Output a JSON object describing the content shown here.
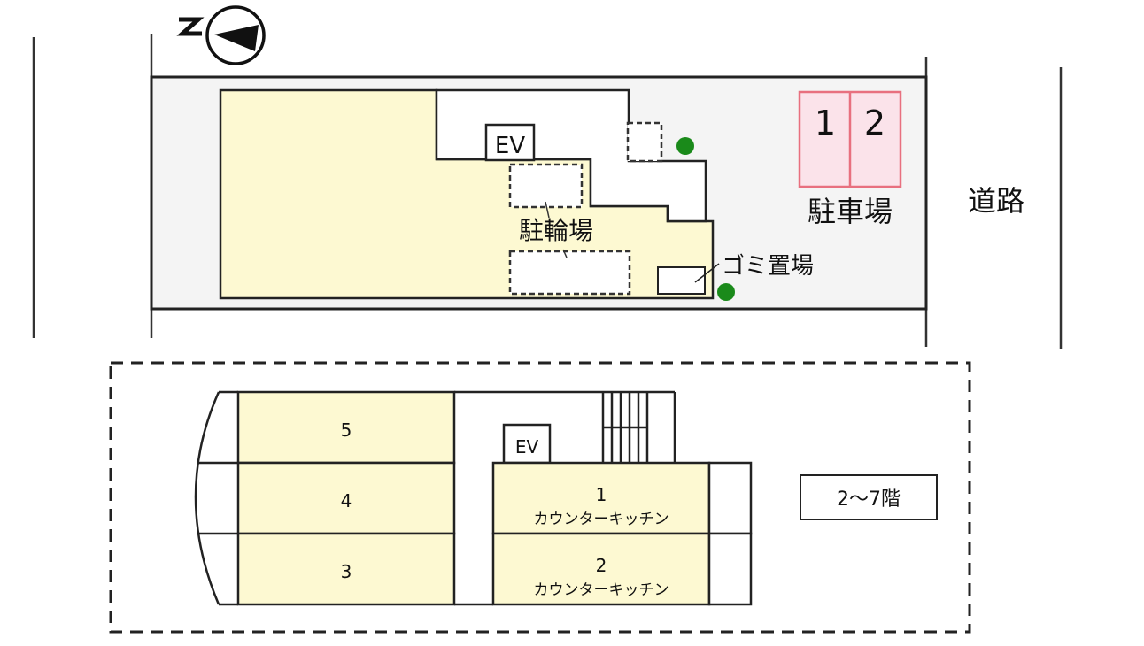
{
  "site_plan": {
    "compass": {
      "icon": "north-arrow-icon",
      "label": "N",
      "direction": "left"
    },
    "elevator_label": "EV",
    "bicycle_parking_label": "駐輪場",
    "garbage_area_label": "ゴミ置場",
    "parking": {
      "label": "駐車場",
      "spaces": [
        "1",
        "2"
      ],
      "fill_color": "#fbe3ea",
      "stroke_color": "#e8707f"
    },
    "road_label": "道路",
    "tree_color": "#1a8a1a",
    "site_fill_color": "#f4f4f4",
    "building_fill_color": "#fdf9d2"
  },
  "floor_plan": {
    "floor_range_label": "2〜7階",
    "elevator_label": "EV",
    "units_left": [
      {
        "number": "5"
      },
      {
        "number": "4"
      },
      {
        "number": "3"
      }
    ],
    "units_right": [
      {
        "number": "1",
        "type": "カウンターキッチン"
      },
      {
        "number": "2",
        "type": "カウンターキッチン"
      }
    ],
    "unit_fill_color": "#fdf9d2"
  }
}
